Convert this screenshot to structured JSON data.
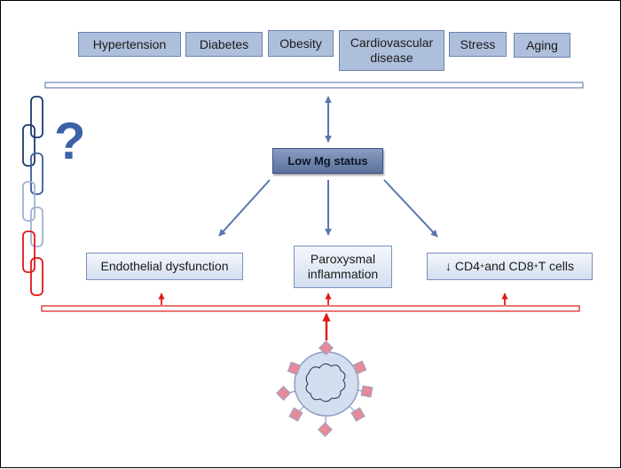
{
  "risk_factors": [
    {
      "id": "hypertension",
      "label": "Hypertension"
    },
    {
      "id": "diabetes",
      "label": "Diabetes"
    },
    {
      "id": "obesity",
      "label": "Obesity"
    },
    {
      "id": "cardiovascular",
      "label": "Cardiovascular\ndisease"
    },
    {
      "id": "stress",
      "label": "Stress"
    },
    {
      "id": "aging",
      "label": "Aging"
    }
  ],
  "central_node": {
    "label": "Low Mg status"
  },
  "effects": [
    {
      "id": "endothelial",
      "label": "Endothelial dysfunction"
    },
    {
      "id": "inflammation",
      "label": "Paroxysmal\ninflammation"
    },
    {
      "id": "tcells",
      "label_prefix": "↓ CD4",
      "sup1": "+",
      "label_mid": " and CD8",
      "sup2": "+",
      "label_suffix": " T cells"
    }
  ],
  "question_mark": "?",
  "colors": {
    "factor_fill": "#aebfdc",
    "blue_arrow": "#5877ad",
    "red_arrow": "#e01818",
    "virus_body": "#d3deef",
    "virus_spike": "#e48a9a"
  },
  "icons": {
    "chain": "chain-link-icon",
    "virus": "virus-icon"
  }
}
